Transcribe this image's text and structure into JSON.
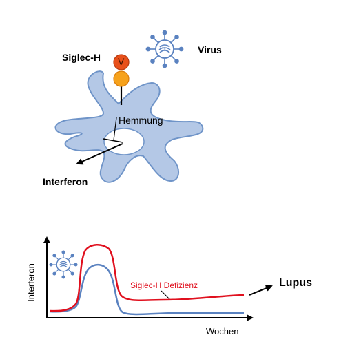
{
  "diagram": {
    "labels": {
      "siglec": "Siglec-H",
      "domain_v": "V",
      "virus": "Virus",
      "hemmung": "Hemmung",
      "interferon": "Interferon"
    }
  },
  "chart_data": {
    "type": "line",
    "ylabel": "Interferon",
    "xlabel": "Wochen",
    "series": [
      {
        "name": "Siglec-H Defizienz",
        "color": "#e0101e"
      },
      {
        "color": "#5a82c0"
      }
    ],
    "annotation": "Lupus"
  },
  "colors": {
    "cell_fill": "#b4c8e6",
    "cell_stroke": "#6f94c8",
    "domain_top": "#e8501a",
    "domain_bottom": "#f6a21c",
    "virus": "#5a82c0",
    "red_line": "#e0101e",
    "blue_line": "#5a82c0"
  }
}
